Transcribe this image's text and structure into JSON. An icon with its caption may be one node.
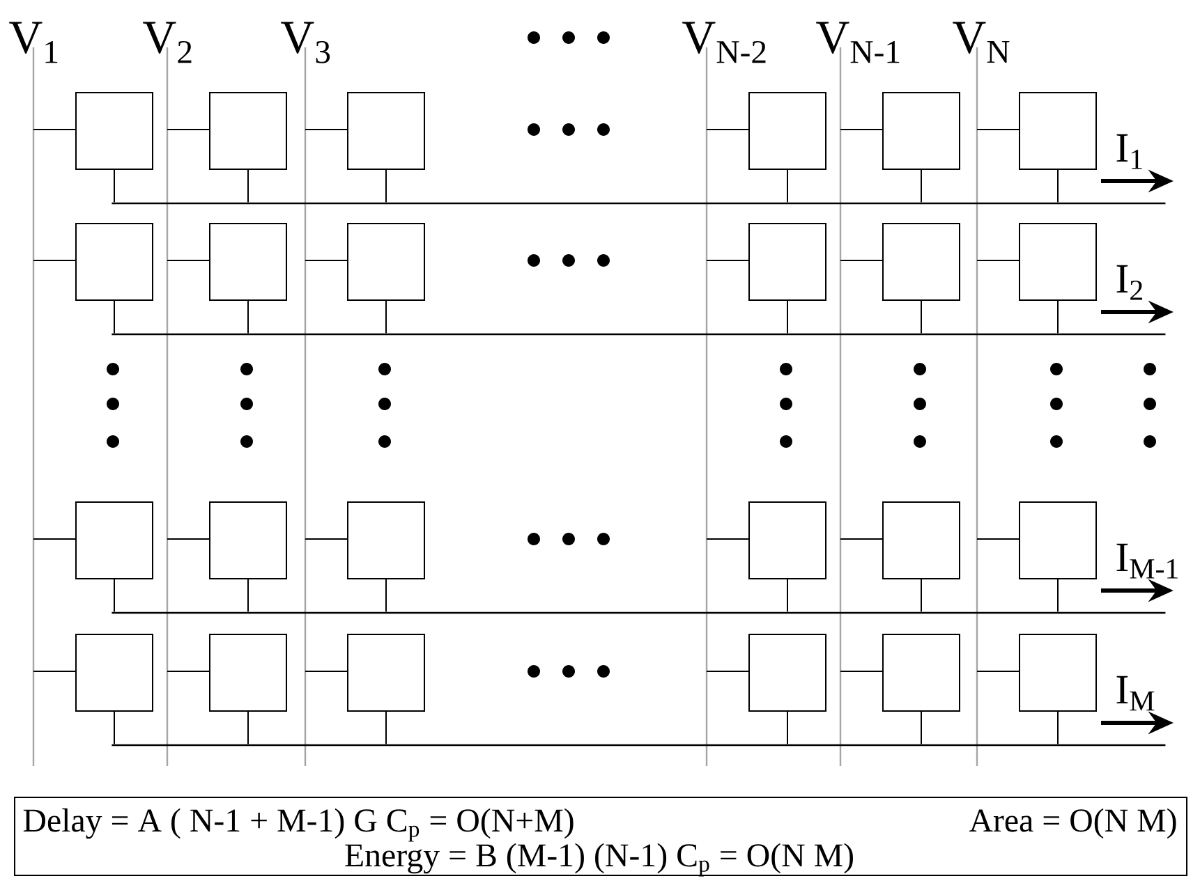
{
  "diagram": {
    "nodes": [
      {
        "text": [],
        "shape": "box"
      },
      {
        "text": [],
        "shape": "box"
      },
      {
        "text": [],
        "shape": "box"
      },
      {
        "text": [],
        "shape": "box"
      },
      {
        "text": [],
        "shape": "box"
      },
      {
        "text": [],
        "shape": "box"
      },
      {
        "text": [],
        "shape": "box"
      },
      {
        "text": [],
        "shape": "box"
      },
      {
        "text": [],
        "shape": "box"
      },
      {
        "text": [],
        "shape": "box"
      },
      {
        "text": [],
        "shape": "box"
      },
      {
        "text": [],
        "shape": "box"
      },
      {
        "text": [],
        "shape": "box"
      },
      {
        "text": [],
        "shape": "box"
      },
      {
        "text": [],
        "shape": "box"
      },
      {
        "text": [],
        "shape": "box"
      },
      {
        "text": [],
        "shape": "box"
      },
      {
        "text": [],
        "shape": "box"
      },
      {
        "text": [],
        "shape": "box"
      },
      {
        "text": [],
        "shape": "box"
      },
      {
        "text": [],
        "shape": "box"
      },
      {
        "text": [],
        "shape": "box"
      },
      {
        "text": [],
        "shape": "box"
      },
      {
        "text": [],
        "shape": "box"
      },
      {
        "text": [
          "Delay = A ( N-1 + M-1) G C$_{p}$ = O(N+M)",
          "Area = O(N M)",
          "Energy = B (M-1) (N-1) C$_{p}$ = O(N M)"
        ]
      },
      {
        "text": [],
        "shape": "bar"
      },
      {
        "text": [],
        "shape": "bar"
      },
      {
        "text": [],
        "shape": "bar"
      },
      {
        "text": [],
        "shape": "bar"
      }
    ],
    "edges": [
      {
        "from": 0,
        "to": 25,
        "arrow": "none"
      },
      {
        "from": 1,
        "to": 25,
        "arrow": "none"
      },
      {
        "from": 2,
        "to": 25,
        "arrow": "none"
      },
      {
        "from": 3,
        "to": 25,
        "arrow": "none"
      },
      {
        "from": 4,
        "to": 25,
        "arrow": "none"
      },
      {
        "from": 5,
        "to": 25,
        "arrow": "none"
      },
      {
        "from": 6,
        "to": 26,
        "arrow": "none"
      },
      {
        "from": 7,
        "to": 26,
        "arrow": "none"
      },
      {
        "from": 8,
        "to": 26,
        "arrow": "none"
      },
      {
        "from": 9,
        "to": 26,
        "arrow": "none"
      },
      {
        "from": 10,
        "to": 26,
        "arrow": "none"
      },
      {
        "from": 11,
        "to": 26,
        "arrow": "none"
      },
      {
        "from": 12,
        "to": 27,
        "arrow": "none"
      },
      {
        "from": 13,
        "to": 27,
        "arrow": "none"
      },
      {
        "from": 14,
        "to": 27,
        "arrow": "none"
      },
      {
        "from": 15,
        "to": 27,
        "arrow": "none"
      },
      {
        "from": 16,
        "to": 27,
        "arrow": "none"
      },
      {
        "from": 17,
        "to": 27,
        "arrow": "none"
      },
      {
        "from": 18,
        "to": 28,
        "arrow": "none"
      },
      {
        "from": 19,
        "to": 28,
        "arrow": "none"
      },
      {
        "from": 20,
        "to": 28,
        "arrow": "none"
      },
      {
        "from": 21,
        "to": 28,
        "arrow": "none"
      },
      {
        "from": 22,
        "to": 28,
        "arrow": "none"
      },
      {
        "from": 23,
        "to": 28,
        "arrow": "none"
      }
    ],
    "labels": [
      "V$_{1}$",
      "V$_{2}$",
      "V$_{3}$",
      "V$_{N-2}$",
      "V$_{N-1}$",
      "V$_{N}$",
      "I$_{1}$",
      "I$_{2}$",
      "I$_{M-1}$",
      "I$_{M}$"
    ]
  }
}
